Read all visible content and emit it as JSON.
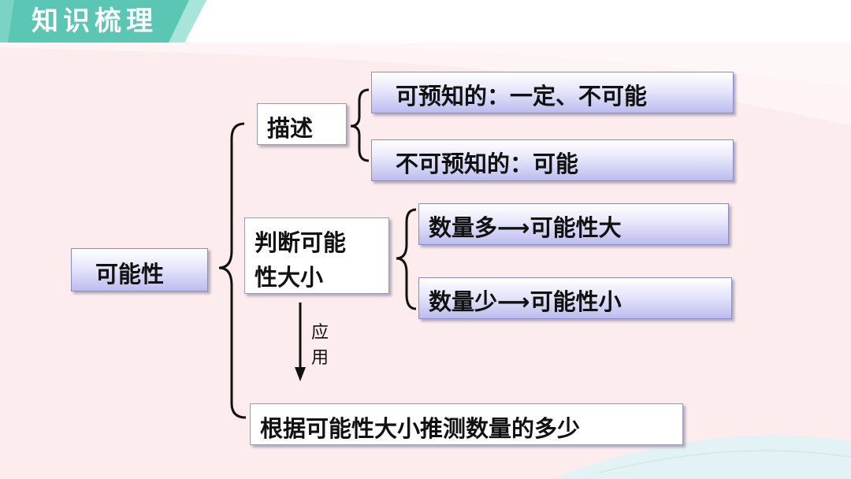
{
  "header": {
    "title": "知识梳理",
    "tab_color": "#5cc6b4",
    "tab_stripe_color": "#a8e4d9"
  },
  "diagram": {
    "root": "可能性",
    "describe": {
      "label": "描述",
      "items": [
        "可预知的：一定、不可能",
        "不可预知的：可能"
      ]
    },
    "judge": {
      "label_line1": "判断可能",
      "label_line2": "性大小",
      "items": [
        "数量多⟶可能性大",
        "数量少⟶可能性小"
      ]
    },
    "apply": {
      "char1": "应",
      "char2": "用"
    },
    "application": "根据可能性大小推测数量的多少"
  },
  "colors": {
    "background": "#fdecee",
    "box_gradient_end": "#bcbcef",
    "box_border": "#8c8cc4"
  }
}
